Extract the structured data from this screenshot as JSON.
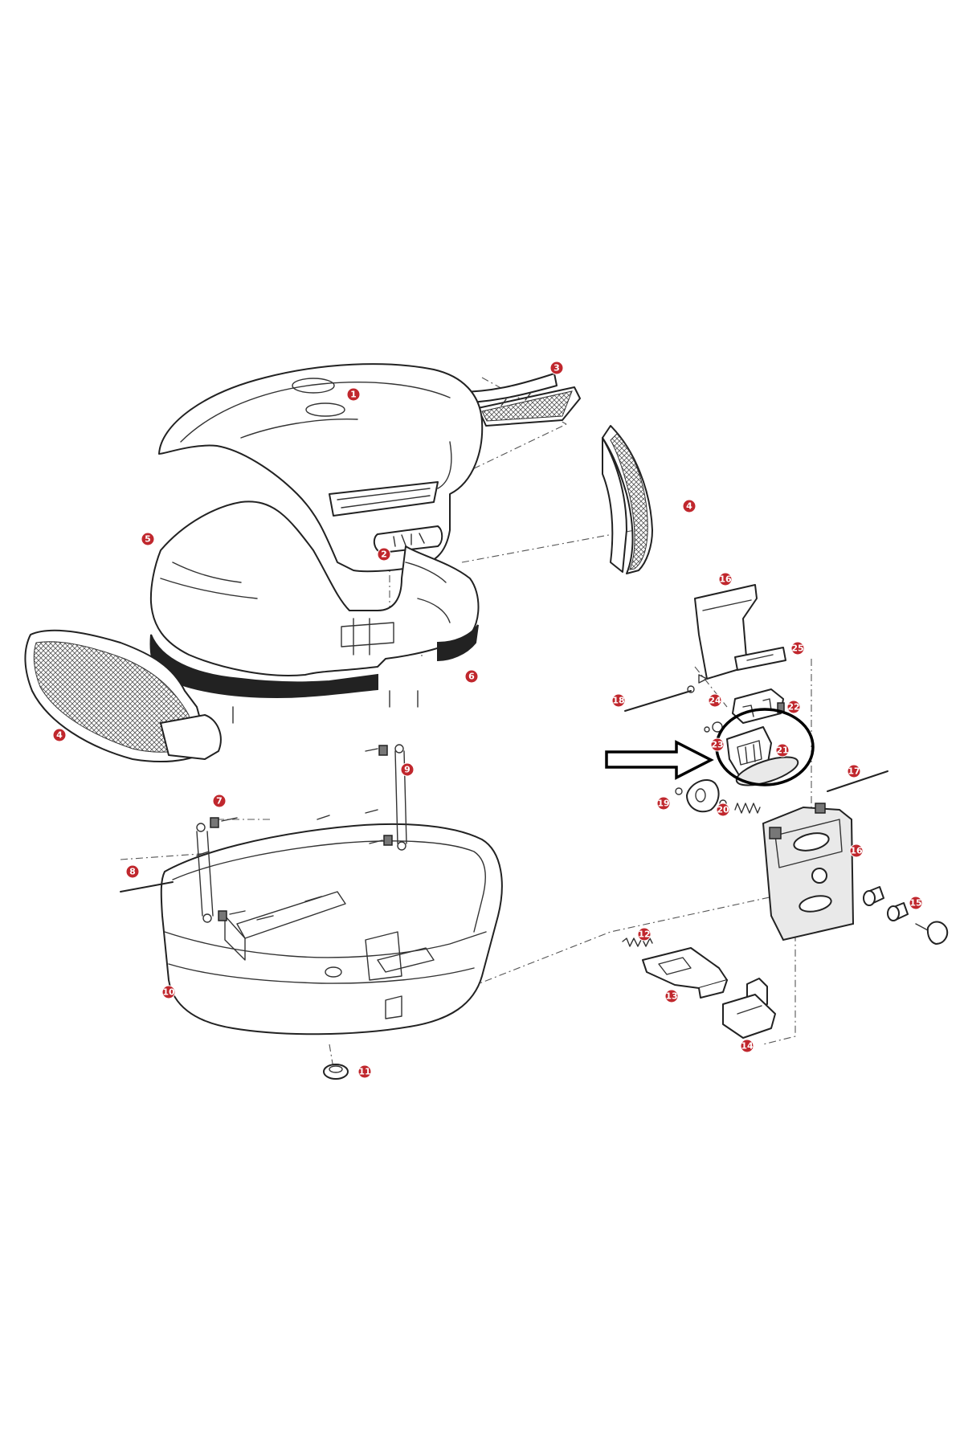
{
  "colors": {
    "badge": "#c0272d",
    "outline": "#222222",
    "annotation": "#000000"
  },
  "callouts": {
    "c1": "1",
    "c2": "2",
    "c3": "3",
    "c4a": "4",
    "c4b": "4",
    "c5": "5",
    "c6": "6",
    "c7": "7",
    "c8": "8",
    "c9": "9",
    "c10": "10",
    "c11": "11",
    "c12": "12",
    "c13": "13",
    "c14": "14",
    "c15": "15",
    "c16a": "16",
    "c16b": "16",
    "c17": "17",
    "c18": "18",
    "c19": "19",
    "c20": "20",
    "c21": "21",
    "c22": "22",
    "c23": "23",
    "c24": "24",
    "c25": "25"
  },
  "annotation": {
    "arrow_target_part": "21"
  }
}
